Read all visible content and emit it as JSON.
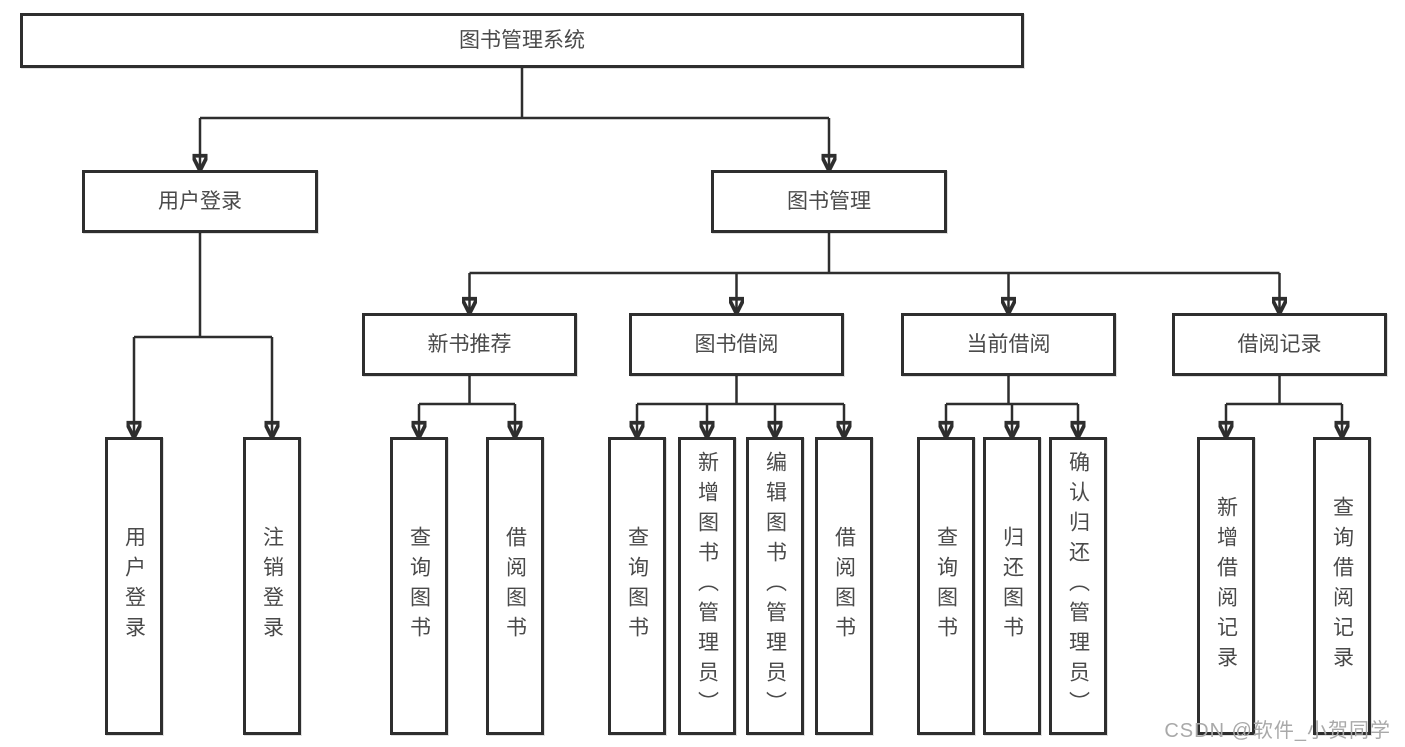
{
  "tree": {
    "root": {
      "label": "图书管理系统"
    },
    "branches": [
      {
        "label": "用户登录",
        "children": [
          {
            "label": "用户登录"
          },
          {
            "label": "注销登录"
          }
        ]
      },
      {
        "label": "图书管理",
        "children": [
          {
            "label": "新书推荐",
            "children": [
              {
                "label": "查询图书"
              },
              {
                "label": "借阅图书"
              }
            ]
          },
          {
            "label": "图书借阅",
            "children": [
              {
                "label": "查询图书"
              },
              {
                "label": "新增图书（管理员）"
              },
              {
                "label": "编辑图书（管理员）"
              },
              {
                "label": "借阅图书"
              }
            ]
          },
          {
            "label": "当前借阅",
            "children": [
              {
                "label": "查询图书"
              },
              {
                "label": "归还图书"
              },
              {
                "label": "确认归还（管理员）"
              }
            ]
          },
          {
            "label": "借阅记录",
            "children": [
              {
                "label": "新增借阅记录"
              },
              {
                "label": "查询借阅记录"
              }
            ]
          }
        ]
      }
    ]
  },
  "colors": {
    "line": "#2e2e2e",
    "text": "#4a4a4a",
    "watermark": "#a9a9a9"
  },
  "watermark": "CSDN @软件_小贺同学"
}
